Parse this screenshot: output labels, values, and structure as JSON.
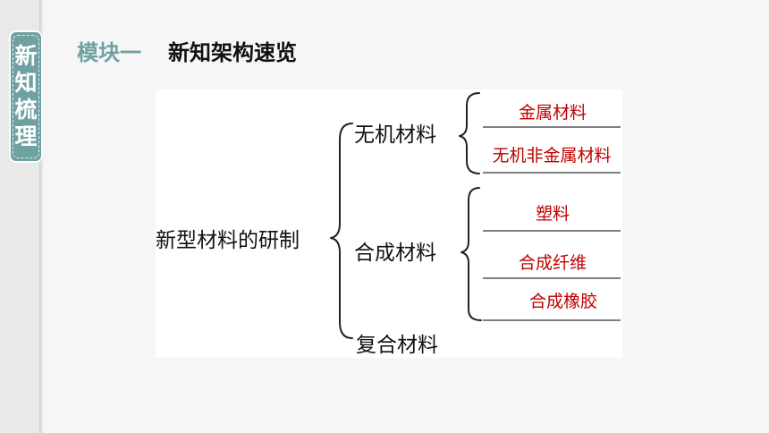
{
  "side_tab": {
    "chars": [
      "新",
      "知",
      "梳",
      "理"
    ]
  },
  "header": {
    "module": "模块一",
    "title": "新知架构速览"
  },
  "diagram": {
    "root": "新型材料的研制",
    "categories": [
      {
        "label": "无机材料",
        "leaves": [
          "金属材料",
          "无机非金属材料"
        ]
      },
      {
        "label": "合成材料",
        "leaves": [
          "塑料",
          "合成纤维",
          "合成橡胶"
        ]
      },
      {
        "label": "复合材料",
        "leaves": []
      }
    ]
  },
  "colors": {
    "accent": "#6fa0a2",
    "leaf_text": "#c00000",
    "line": "#222222"
  }
}
